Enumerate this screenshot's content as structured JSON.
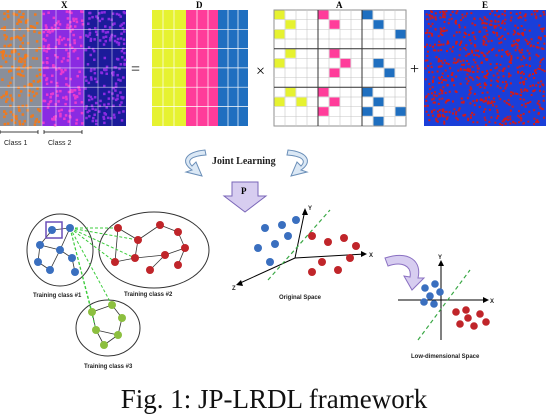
{
  "matrices": {
    "x_label": "X",
    "d_label": "D",
    "a_label": "A",
    "e_label": "E",
    "class1_label": "Class 1",
    "class2_label": "Class 2",
    "equals": "=",
    "times": "×",
    "plus": "+"
  },
  "joint_learning": "Joint Learning",
  "projection_label": "P",
  "graph": {
    "class1": "Training class #1",
    "class2": "Training class #2",
    "class3": "Training class #3"
  },
  "spaces": {
    "original": "Original Space",
    "low_dim": "Low-dimensional Space",
    "axis_y": "Y",
    "axis_x": "X",
    "axis_z": "Z"
  },
  "colors": {
    "orange": "#f07a1e",
    "purple": "#8a2be2",
    "magenta": "#e83bd0",
    "navy": "#1b1b9a",
    "yellow": "#e6f230",
    "pink": "#ff3c9a",
    "blue": "#1f6fc0",
    "red_dot": "#c0252a",
    "blue_dot": "#3a6fbf",
    "green_dot": "#8cbf3f",
    "noise_bg": "#1a3fd9",
    "noise_fg": "#d11a1a"
  },
  "caption": "Fig. 1: JP-LRDL framework"
}
